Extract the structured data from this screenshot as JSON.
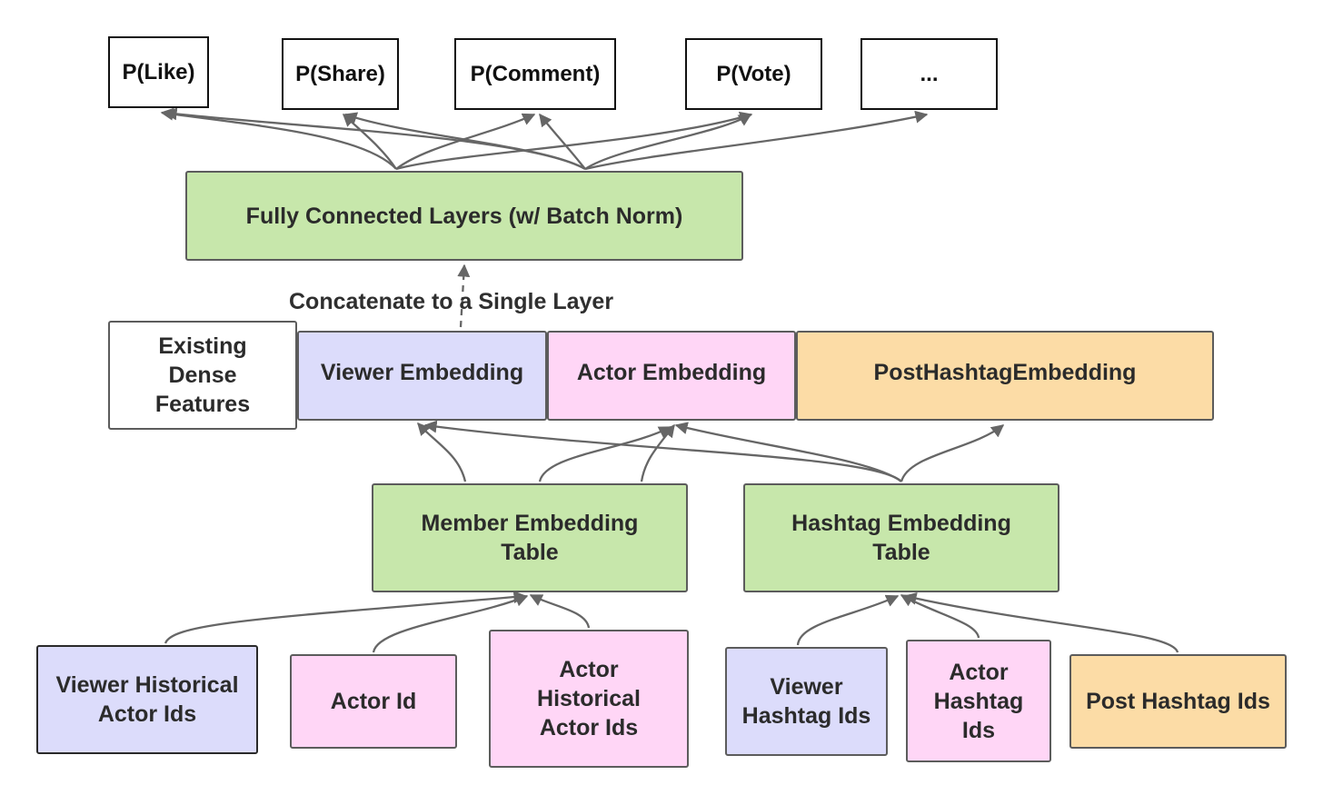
{
  "outputs": [
    "P(Like)",
    "P(Share)",
    "P(Comment)",
    "P(Vote)",
    "..."
  ],
  "fc_layers": "Fully Connected Layers (w/ Batch Norm)",
  "concat_label": "Concatenate to a Single Layer",
  "embeddings": {
    "dense": "Existing\nDense\nFeatures",
    "viewer": "Viewer Embedding",
    "actor": "Actor Embedding",
    "hashtag": "PostHashtagEmbedding"
  },
  "tables": {
    "member": "Member  Embedding\nTable",
    "hashtag": "Hashtag Embedding\nTable"
  },
  "inputs": {
    "viewer_hist_actor_ids": "Viewer Historical\nActor Ids",
    "actor_id": "Actor Id",
    "actor_hist_actor_ids": "Actor\nHistorical\nActor Ids",
    "viewer_hashtag_ids": "Viewer\nHashtag Ids",
    "actor_hashtag_ids": "Actor\nHashtag\nIds",
    "post_hashtag_ids": "Post Hashtag Ids"
  },
  "colors": {
    "green": "#c7e7ab",
    "lavender": "#dcdcfb",
    "pink": "#ffd6f6",
    "peach": "#fcdca6",
    "edge": "#666666"
  }
}
